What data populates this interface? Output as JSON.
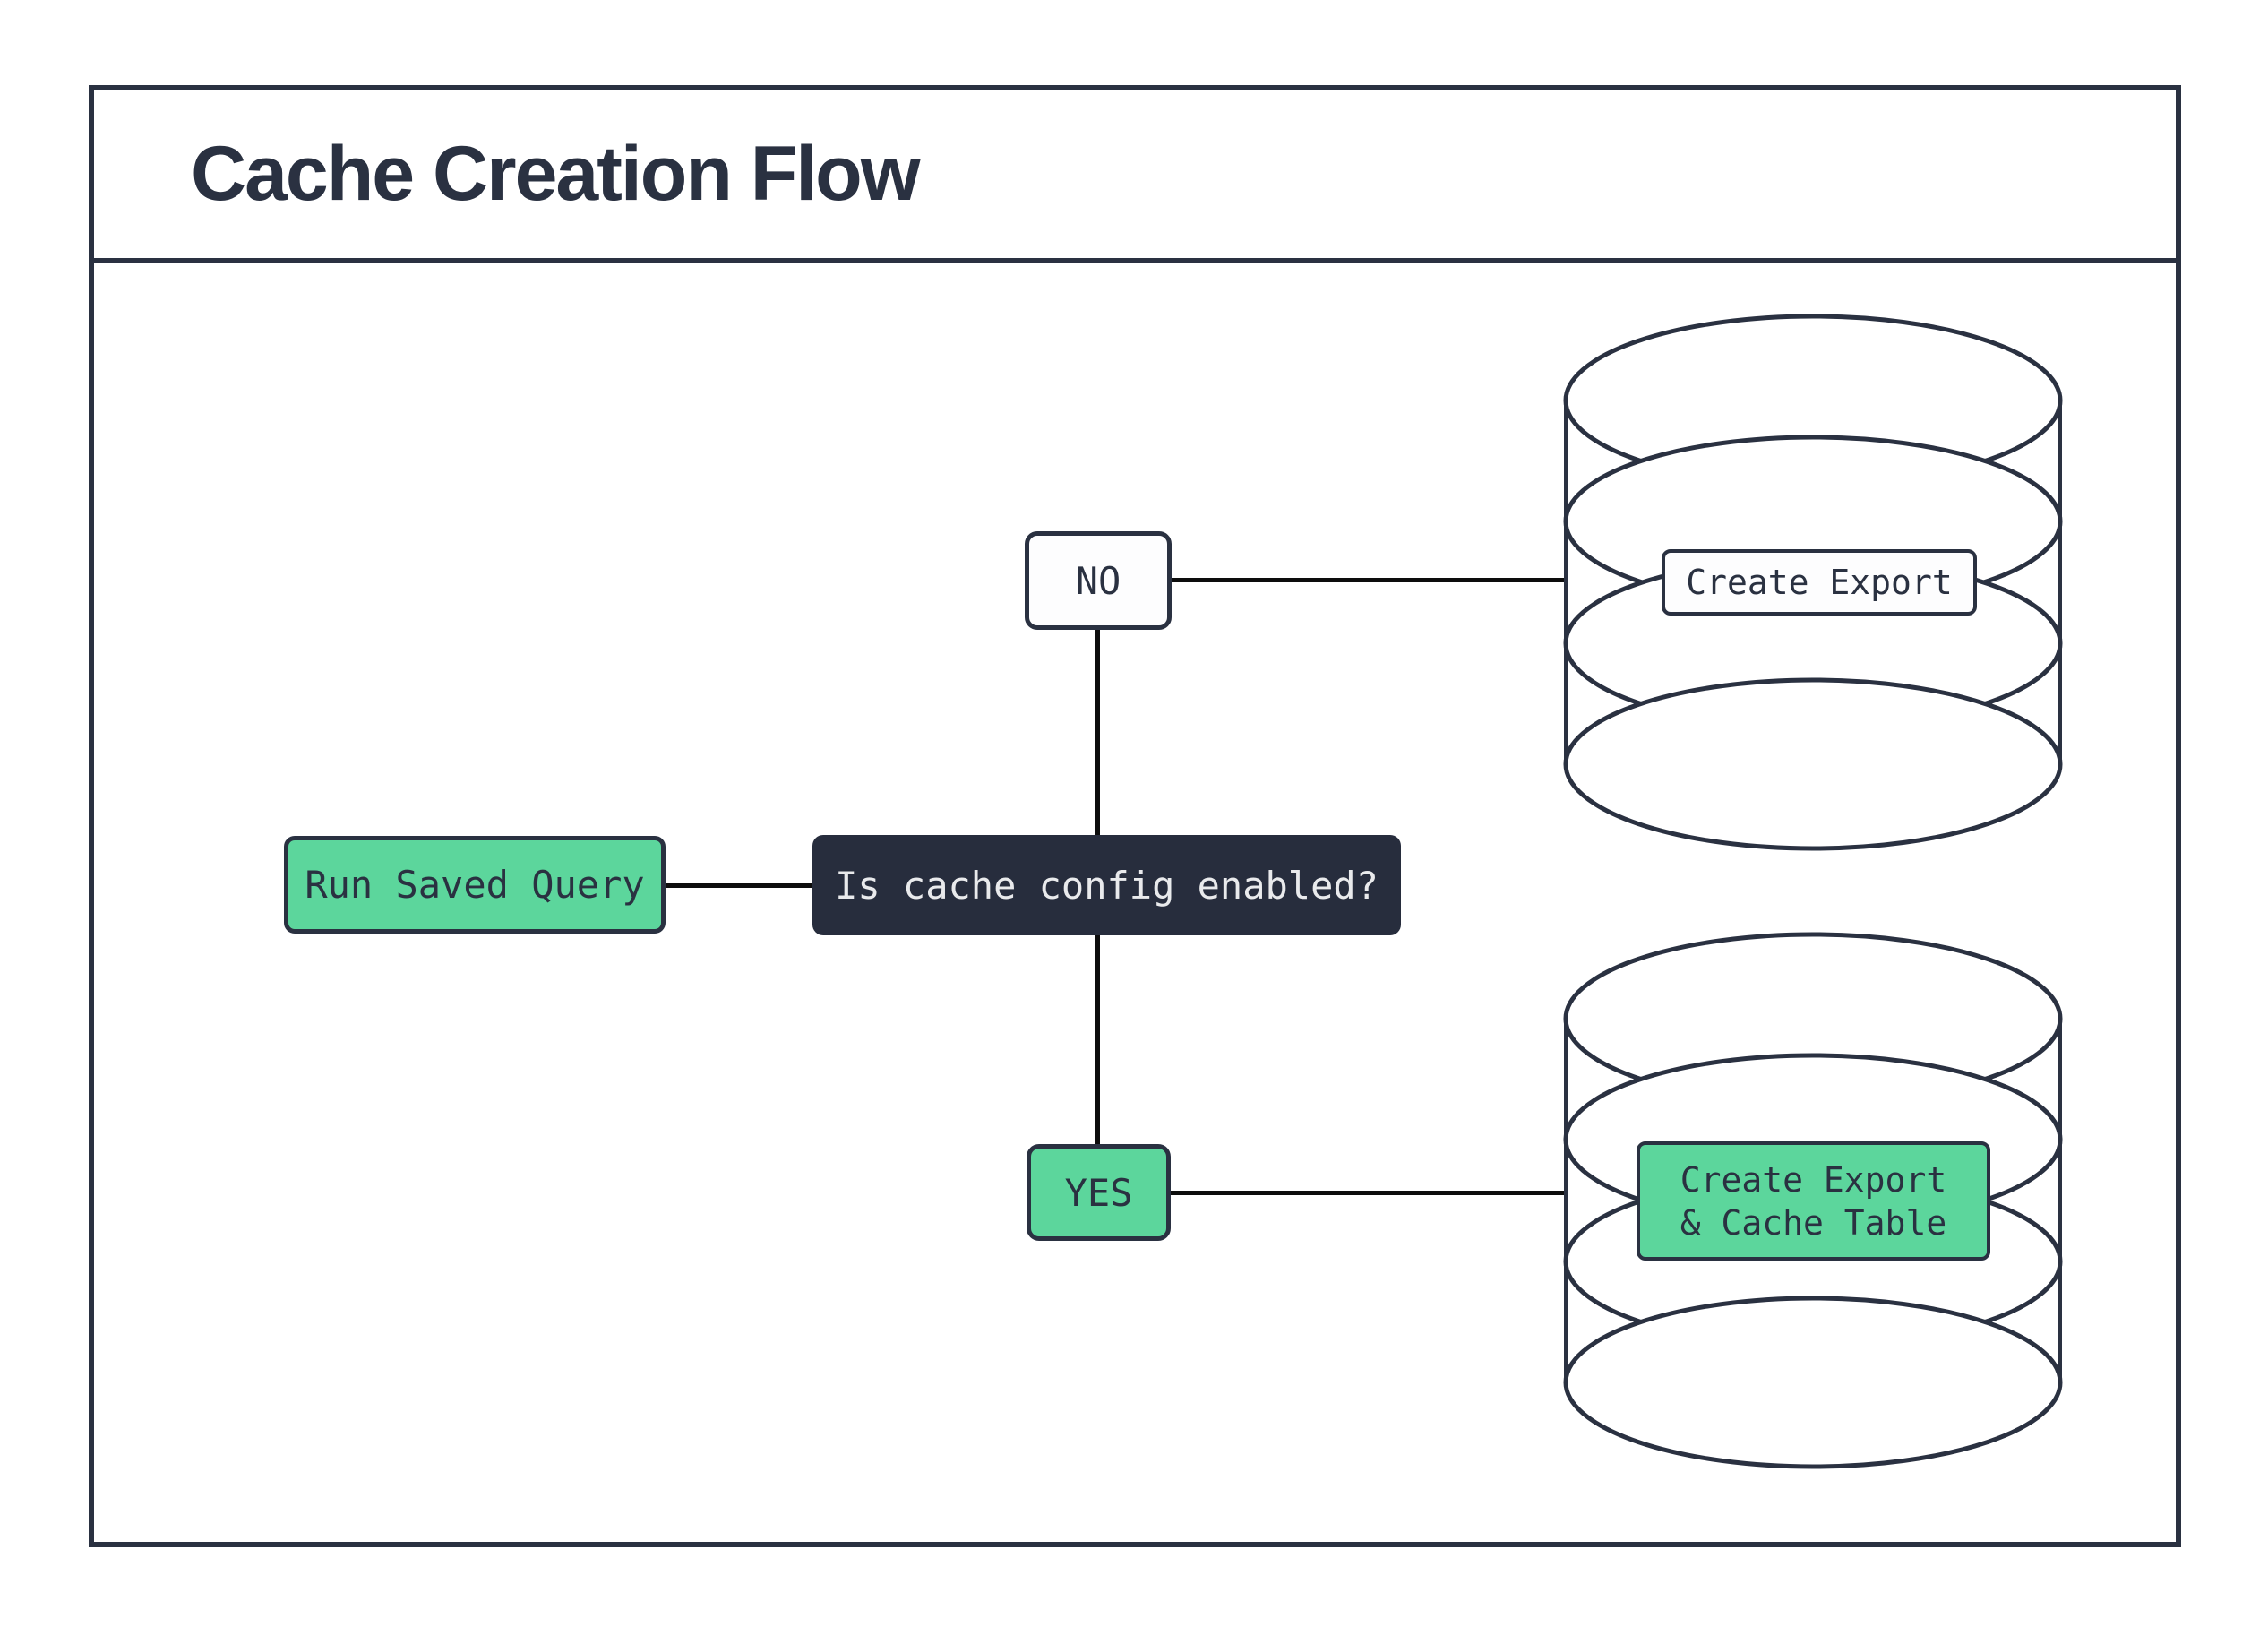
{
  "title": "Cache Creation Flow",
  "flow": {
    "start_label": "Run Saved Query",
    "decision_label": "Is cache config enabled?",
    "no_branch_label": "NO",
    "yes_branch_label": "YES",
    "no_result_label": "Create Export",
    "yes_result_line1": "Create Export",
    "yes_result_line2": "& Cache Table"
  },
  "colors": {
    "ink": "#2a3141",
    "green": "#5cd69c",
    "decision_bg": "#272d3d",
    "decision_text": "#e9eaec",
    "line_color": "#0d0d0d",
    "node_white": "#fdfdfe"
  }
}
